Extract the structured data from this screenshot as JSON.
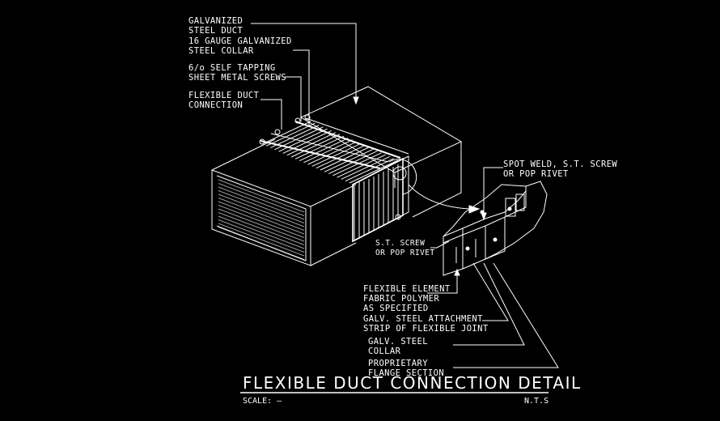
{
  "labels": {
    "galv_duct": [
      "GALVANIZED",
      "STEEL DUCT"
    ],
    "gauge_collar": [
      "16 GAUGE GALVANIZED",
      "STEEL COLLAR"
    ],
    "screws": [
      "6/o SELF TAPPING",
      "SHEET METAL SCREWS"
    ],
    "flex_conn": [
      "FLEXIBLE DUCT",
      "CONNECTION"
    ],
    "spot_weld": [
      "SPOT WELD, S.T. SCREW",
      "OR POP RIVET"
    ],
    "st_screw": [
      "S.T. SCREW",
      "OR POP RIVET"
    ],
    "flex_element": [
      "FLEXIBLE ELEMENT",
      "FABRIC POLYMER",
      "AS SPECIFIED"
    ],
    "attach_strip": [
      "GALV. STEEL ATTACHMENT",
      "STRIP OF FLEXIBLE JOINT"
    ],
    "galv_collar": [
      "GALV. STEEL",
      "COLLAR"
    ],
    "flange": [
      "PROPRIETARY",
      "FLANGE SECTION"
    ]
  },
  "title": "FLEXIBLE DUCT CONNECTION DETAIL",
  "scale": "SCALE: –",
  "nts": "N.T.S",
  "colors": {
    "background": "#000000",
    "linework": "#ffffff"
  }
}
